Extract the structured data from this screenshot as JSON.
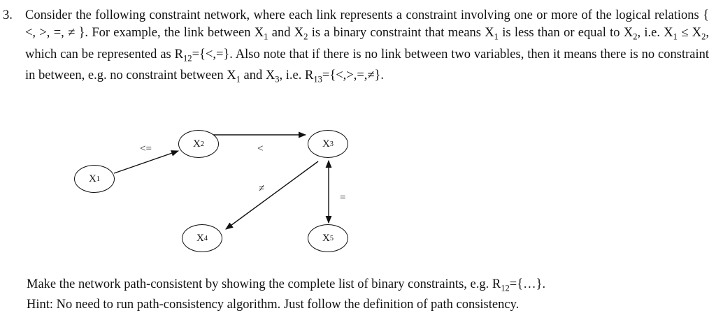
{
  "question": {
    "number": "3.",
    "intro": "Consider the following constraint network, where each link represents a constraint involving one or more of the logical relations { <, >, =, ≠ }. For example, the link between X",
    "intro_sub1": "1",
    "intro_mid1": " and X",
    "intro_sub2": "2",
    "intro_mid2": " is a binary constraint that means X",
    "intro_sub3": "1",
    "intro_mid3": " is less than or equal to X",
    "intro_sub4": "2",
    "intro_mid4": ", i.e. X",
    "intro_sub5": "1",
    "intro_mid5": " ≤ X",
    "intro_sub6": "2",
    "intro_mid6": ", which can be represented as R",
    "intro_sub7": "12",
    "intro_mid7": "={<,=}. Also note that if there is no link between two variables, then it means there is no constraint in between, e.g. no constraint between X",
    "intro_sub8": "1",
    "intro_mid8": " and X",
    "intro_sub9": "3",
    "intro_mid9": ", i.e. R",
    "intro_sub10": "13",
    "intro_end": "={<,>,=,≠}."
  },
  "graph": {
    "nodes": [
      {
        "id": "X1",
        "base": "X",
        "sub": "1"
      },
      {
        "id": "X2",
        "base": "X",
        "sub": "2"
      },
      {
        "id": "X3",
        "base": "X",
        "sub": "3"
      },
      {
        "id": "X4",
        "base": "X",
        "sub": "4"
      },
      {
        "id": "X5",
        "base": "X",
        "sub": "5"
      }
    ],
    "edges": [
      {
        "from": "X1",
        "to": "X2",
        "label": "<="
      },
      {
        "from": "X2",
        "to": "X3",
        "label": "<"
      },
      {
        "from": "X3",
        "to": "X4",
        "label": "≠"
      },
      {
        "from": "X3",
        "to": "X5",
        "label": "="
      }
    ]
  },
  "footer": {
    "line1_start": "Make the network path-consistent by showing the complete list of binary constraints, e.g. R",
    "line1_sub": "12",
    "line1_end": "={…}.",
    "line2": "Hint: No need to run path-consistency algorithm. Just follow the definition of path consistency."
  }
}
